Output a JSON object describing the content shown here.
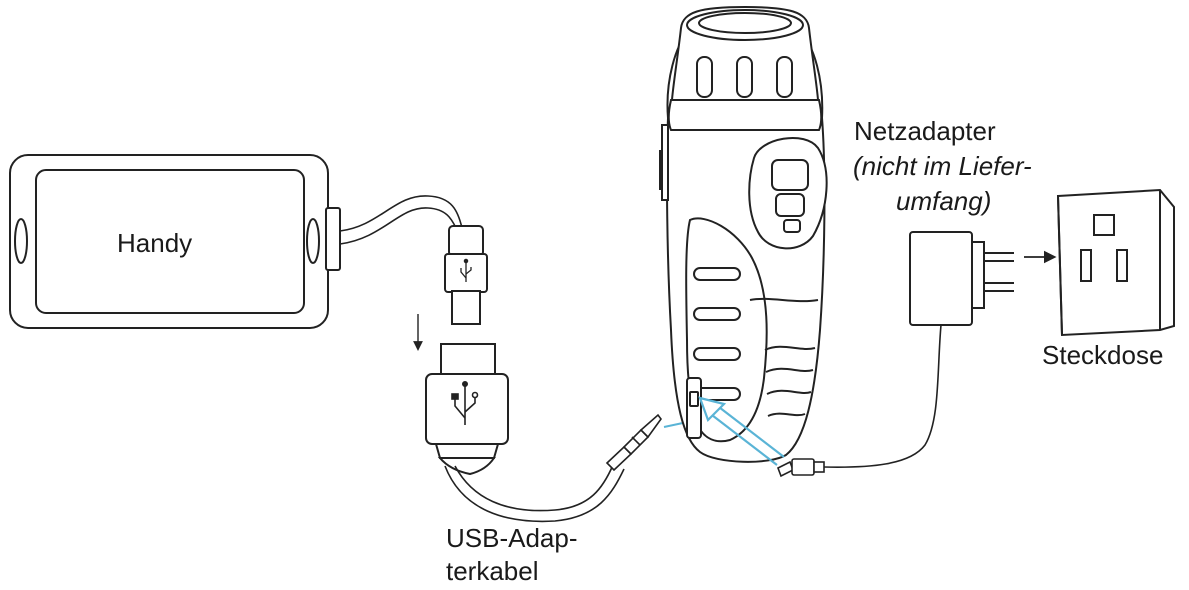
{
  "labels": {
    "phone": "Handy",
    "power_adapter_title": "Netzadapter",
    "power_adapter_note_line1": "(nicht im Liefer-",
    "power_adapter_note_line2": "umfang)",
    "socket": "Steckdose",
    "usb_cable_line1": "USB-Adap-",
    "usb_cable_line2": "terkabel"
  },
  "icons": {
    "phone": "smartphone-outline",
    "flashlight": "crank-flashlight-radio",
    "usb_connector": "usb-trident-symbol",
    "power_adapter": "wall-plug-adapter",
    "socket": "power-outlet",
    "direction_arrow": "arrow-right"
  },
  "colors": {
    "line": "#222222",
    "text": "#1a1a1a",
    "highlight_arrow": "#5ab4d6",
    "background": "#ffffff"
  }
}
